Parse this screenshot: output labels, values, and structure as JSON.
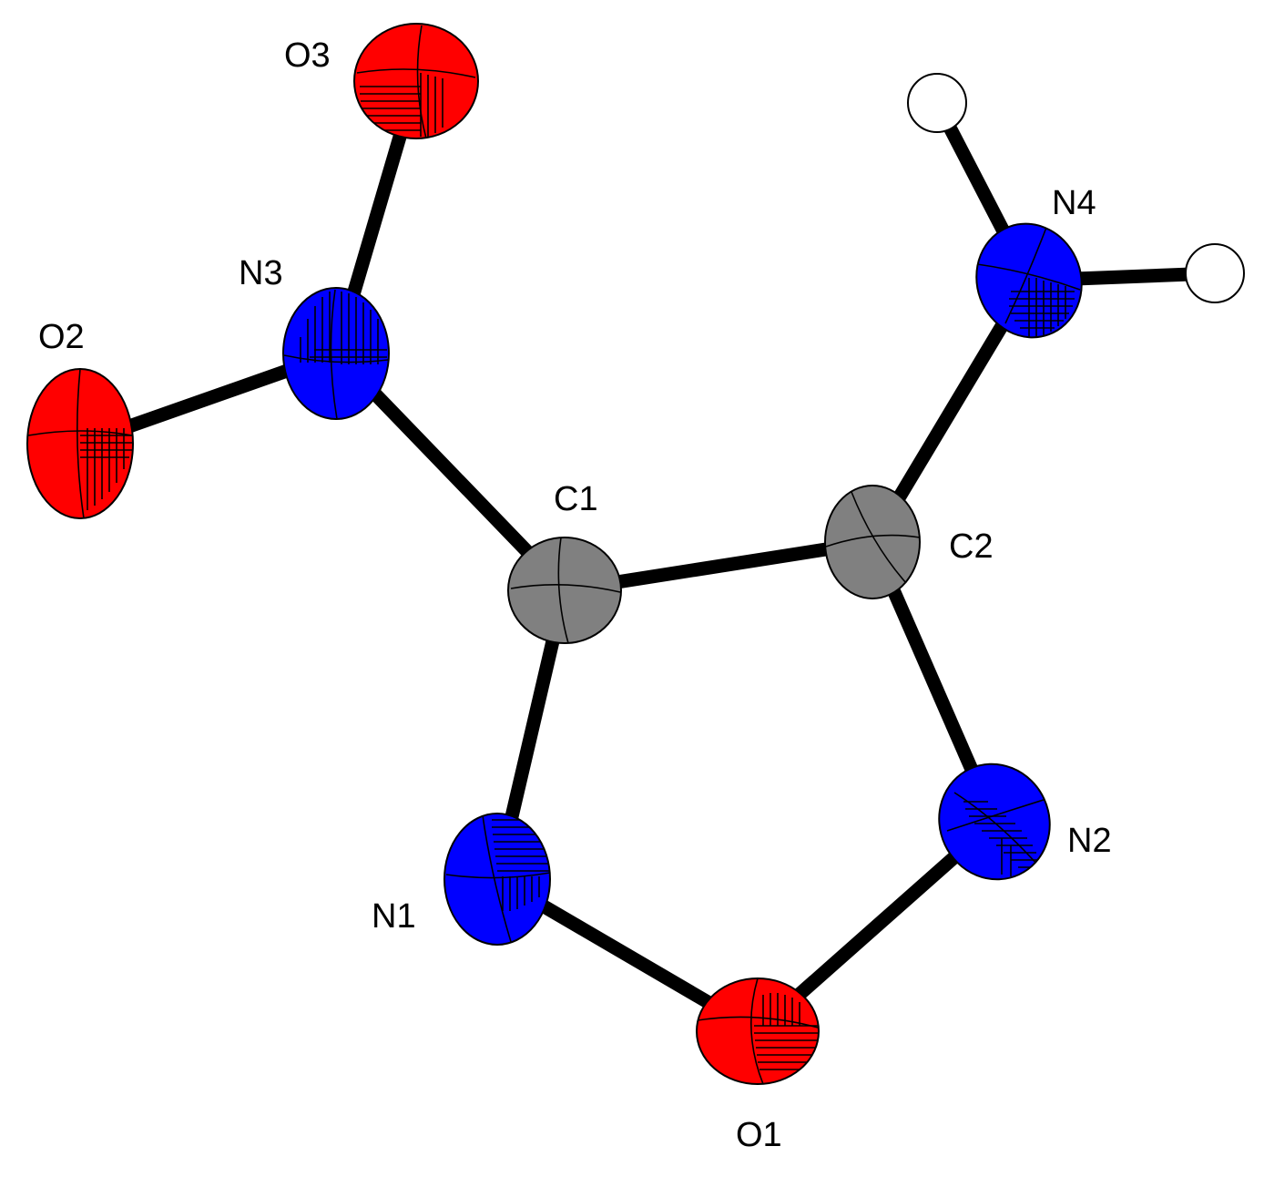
{
  "colors": {
    "oxygen": "#ff0000",
    "nitrogen": "#0000ff",
    "carbon": "#808080",
    "hydrogen": "#ffffff",
    "bond": "#000000"
  },
  "atoms": {
    "O1": {
      "label": "O1",
      "element": "O"
    },
    "O2": {
      "label": "O2",
      "element": "O"
    },
    "O3": {
      "label": "O3",
      "element": "O"
    },
    "N1": {
      "label": "N1",
      "element": "N"
    },
    "N2": {
      "label": "N2",
      "element": "N"
    },
    "N3": {
      "label": "N3",
      "element": "N"
    },
    "N4": {
      "label": "N4",
      "element": "N"
    },
    "C1": {
      "label": "C1",
      "element": "C"
    },
    "C2": {
      "label": "C2",
      "element": "C"
    },
    "H1": {
      "label": "",
      "element": "H"
    },
    "H2": {
      "label": "",
      "element": "H"
    }
  },
  "bonds": [
    [
      "C1",
      "C2"
    ],
    [
      "C1",
      "N1"
    ],
    [
      "N1",
      "O1"
    ],
    [
      "O1",
      "N2"
    ],
    [
      "N2",
      "C2"
    ],
    [
      "C1",
      "N3"
    ],
    [
      "N3",
      "O2"
    ],
    [
      "N3",
      "O3"
    ],
    [
      "C2",
      "N4"
    ],
    [
      "N4",
      "H1"
    ],
    [
      "N4",
      "H2"
    ]
  ]
}
